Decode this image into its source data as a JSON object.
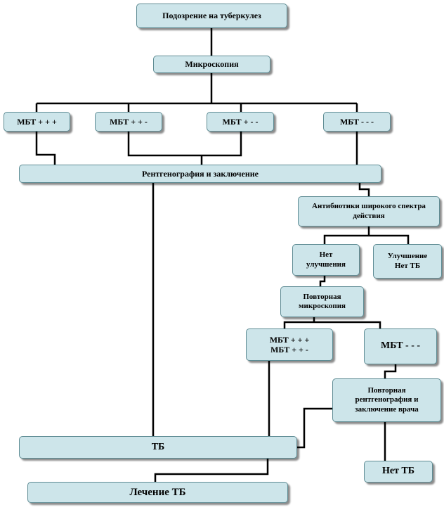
{
  "diagram": {
    "nodes": {
      "suspicion": "Подозрение на туберкулез",
      "microscopy": "Микроскопия",
      "mbt_ppp": "МБТ + + +",
      "mbt_ppm": "МБТ + + -",
      "mbt_pmm": "МБТ + - -",
      "mbt_mmm": "МБТ - - -",
      "xray": "Рентгенография и заключение",
      "antibiotics": "Антибиотики широкого спектра действия",
      "no_improvement": "Нет улучшения",
      "improvement_line1": "Улучшение",
      "improvement_line2": "Нет ТБ",
      "repeat_microscopy": "Повторная микроскопия",
      "repeat_mbt_line1": "МБТ + + +",
      "repeat_mbt_line2": "МБТ + + -",
      "repeat_mbt_neg": "МБТ - - -",
      "repeat_xray": "Повторная рентгенография и заключение врача",
      "tb": "ТБ",
      "no_tb": "Нет ТБ",
      "treatment": "Лечение ТБ"
    },
    "colors": {
      "node_fill": "#cde5ea",
      "node_border": "#5f8c94",
      "connector": "#000000"
    }
  }
}
